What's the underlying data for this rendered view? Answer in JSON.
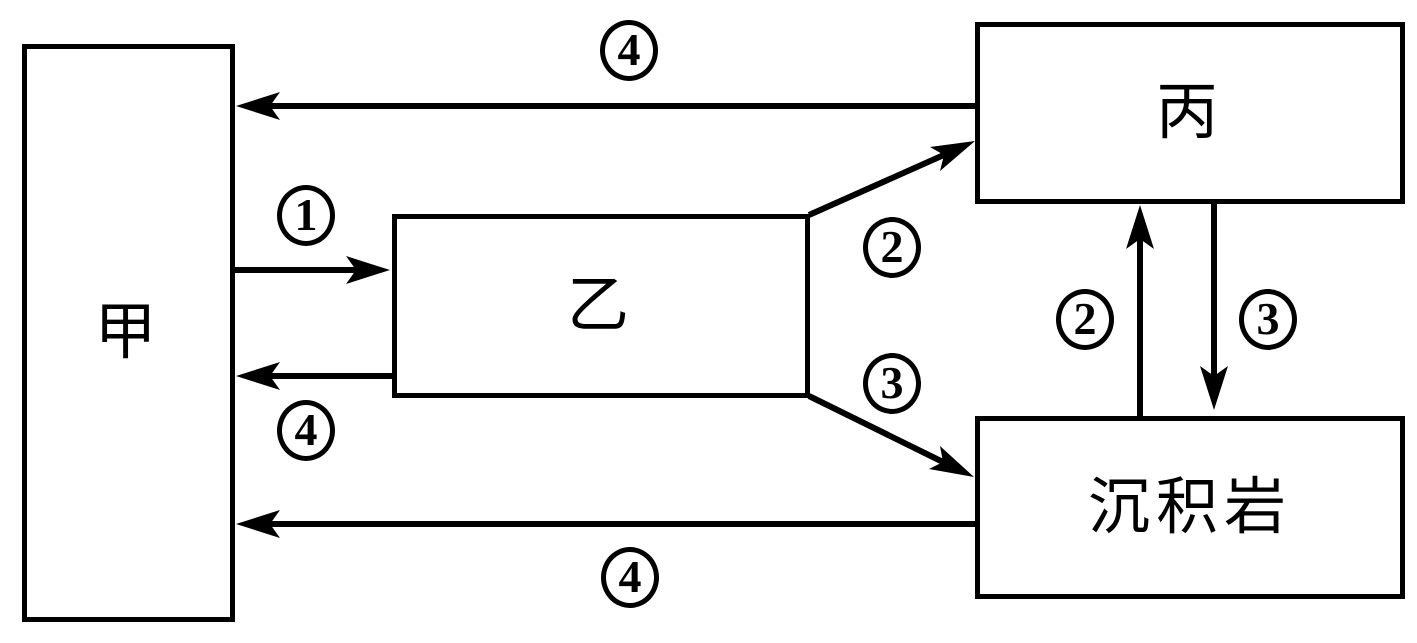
{
  "diagram": {
    "nodes": {
      "jia": {
        "label": "甲"
      },
      "yi": {
        "label": "乙"
      },
      "bing": {
        "label": "丙"
      },
      "sedimentary": {
        "label": "沉积岩"
      }
    },
    "arrow_labels": {
      "bing_to_jia_top": "4",
      "jia_to_yi": "1",
      "yi_to_jia": "4",
      "yi_to_bing": "2",
      "yi_to_sedimentary": "3",
      "sedimentary_to_bing": "2",
      "bing_to_sedimentary": "3",
      "sedimentary_to_jia_bottom": "4"
    },
    "colors": {
      "line": "#000000",
      "background": "#ffffff"
    }
  }
}
